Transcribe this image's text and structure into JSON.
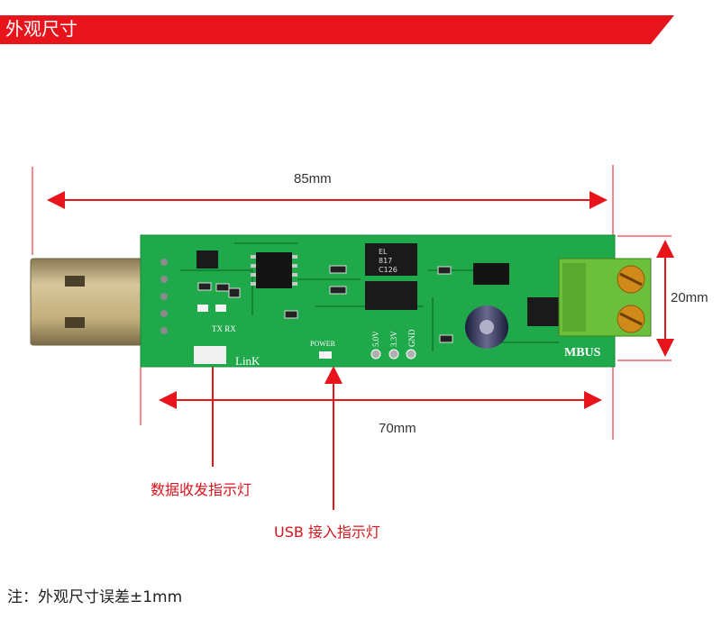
{
  "header": {
    "title": "外观尺寸"
  },
  "dimensions": {
    "overall_length": "85mm",
    "board_width": "20mm",
    "board_length": "70mm"
  },
  "board_labels": {
    "txrx": "TX RX",
    "power": "POWER",
    "v5": "5.0V",
    "v33": "3.3V",
    "gnd": "GND",
    "mbus": "MBUS",
    "brand": "LinK",
    "chip1_line1": "EL",
    "chip1_line2": "817",
    "chip1_line3": "C126"
  },
  "callouts": {
    "data_led": "数据收发指示灯",
    "usb_led": "USB 接入指示灯"
  },
  "footer": {
    "note": "注：外观尺寸误差±1mm"
  },
  "colors": {
    "accent_red": "#e8141c",
    "pcb_green": "#1fa94a",
    "terminal_green": "#6bbf3a"
  }
}
